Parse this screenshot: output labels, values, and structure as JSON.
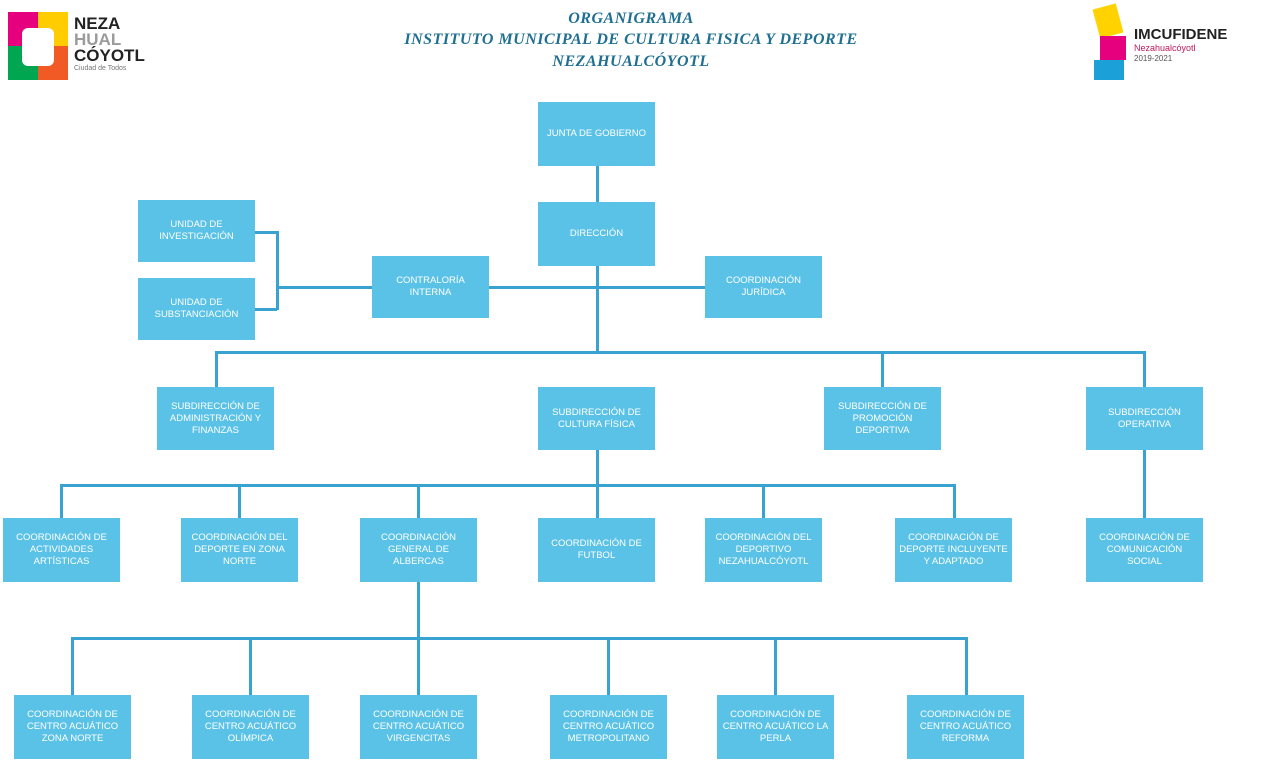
{
  "header": {
    "title_line1": "ORGANIGRAMA",
    "title_line2": "INSTITUTO MUNICIPAL DE CULTURA FISICA Y DEPORTE",
    "title_line3": "NEZAHUALCÓYOTL"
  },
  "logo_left": {
    "line1": "NEZA",
    "line2": "HUAL",
    "line3": "CÓYOTL",
    "line4": "Ciudad de Todos"
  },
  "logo_right": {
    "line1": "IMCUFIDENE",
    "line2": "Nezahualcóyotl",
    "line3": "2019-2021"
  },
  "colors": {
    "box": "#5bc2e7",
    "line": "#38a3d1",
    "title": "#1f6f92"
  },
  "org": {
    "junta": "JUNTA DE GOBIERNO",
    "direccion": "DIRECCIÓN",
    "unidad_investigacion": "UNIDAD DE INVESTIGACIÓN",
    "unidad_substanciacion": "UNIDAD DE SUBSTANCIACIÓN",
    "contraloria": "CONTRALORÍA INTERNA",
    "juridica": "COORDINACIÓN JURÍDICA",
    "sub_admin": "SUBDIRECCIÓN DE ADMINISTRACIÓN Y FINANZAS",
    "sub_cultura": "SUBDIRECCIÓN DE CULTURA FÍSICA",
    "sub_promocion": "SUBDIRECCIÓN DE PROMOCIÓN DEPORTIVA",
    "sub_operativa": "SUBDIRECCIÓN OPERATIVA",
    "coord_artisticas": "COORDINACIÓN DE ACTIVIDADES ARTÍSTICAS",
    "coord_zona_norte": "COORDINACIÓN DEL DEPORTE EN ZONA NORTE",
    "coord_albercas": "COORDINACIÓN GENERAL DE ALBERCAS",
    "coord_futbol": "COORDINACIÓN DE FUTBOL",
    "coord_deportivo": "COORDINACIÓN DEL DEPORTIVO NEZAHUALCÓYOTL",
    "coord_incluyente": "COORDINACIÓN DE DEPORTE INCLUYENTE Y ADAPTADO",
    "coord_comunicacion": "COORDINACIÓN DE COMUNICACIÓN SOCIAL",
    "acuatico_zona_norte": "COORDINACIÓN DE CENTRO ACUÁTICO ZONA NORTE",
    "acuatico_olimpica": "COORDINACIÓN DE CENTRO ACUÁTICO OLÍMPICA",
    "acuatico_virgencitas": "COORDINACIÓN DE CENTRO ACUÁTICO VIRGENCITAS",
    "acuatico_metropolitano": "COORDINACIÓN DE CENTRO ACUÁTICO METROPOLITANO",
    "acuatico_perla": "COORDINACIÓN DE CENTRO ACUÁTICO LA PERLA",
    "acuatico_reforma": "COORDINACIÓN DE CENTRO ACUÁTICO REFORMA"
  }
}
